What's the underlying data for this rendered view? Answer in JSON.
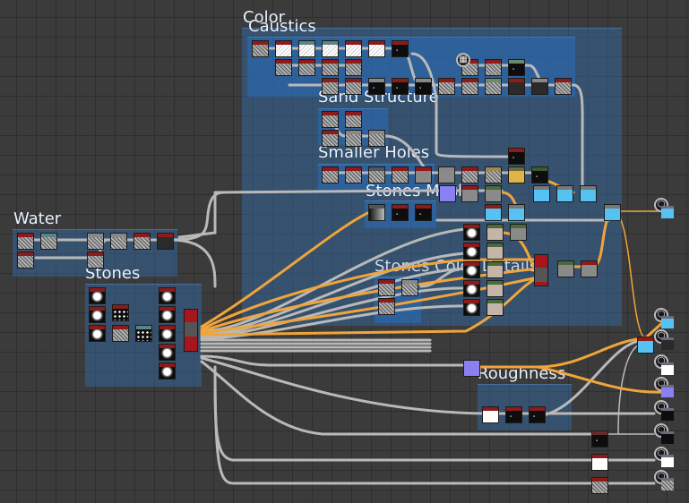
{
  "app": {
    "view": "node-graph-editor"
  },
  "frames": [
    {
      "id": "color",
      "label": "Color"
    },
    {
      "id": "caustics",
      "label": "Caustics"
    },
    {
      "id": "sand-structure",
      "label": "Sand Structure"
    },
    {
      "id": "smaller-holes",
      "label": "Smaller Holes"
    },
    {
      "id": "stones-mask",
      "label": "Stones Mask"
    },
    {
      "id": "water",
      "label": "Water"
    },
    {
      "id": "stones",
      "label": "Stones"
    },
    {
      "id": "stones-color-details",
      "label": "Stones Color Details"
    },
    {
      "id": "roughness",
      "label": "Roughness"
    }
  ],
  "outputs": [
    {
      "id": "basecolor",
      "icon": "cube-icon",
      "swatch": "#56c2f3"
    },
    {
      "id": "output-1",
      "icon": "cube-icon",
      "swatch": "#56c2f3"
    },
    {
      "id": "output-2",
      "icon": "cube-icon",
      "swatch": "#2a2a2a"
    },
    {
      "id": "output-3",
      "icon": "cube-icon",
      "swatch": "#ffffff"
    },
    {
      "id": "output-4",
      "icon": "cube-icon",
      "swatch": "#8a80f0"
    },
    {
      "id": "output-5",
      "icon": "cube-icon",
      "swatch": "#0d0d0d"
    },
    {
      "id": "output-6",
      "icon": "cube-icon",
      "swatch": "#0d0d0d"
    },
    {
      "id": "output-7",
      "icon": "cube-icon",
      "swatch": "#ffffff"
    },
    {
      "id": "output-8",
      "icon": "cube-icon",
      "swatch": "#9a9a9a"
    }
  ],
  "colors": {
    "wire_gray": "#b9b9b9",
    "wire_orange": "#f0a53a",
    "frame_blue": "#346eb0"
  }
}
